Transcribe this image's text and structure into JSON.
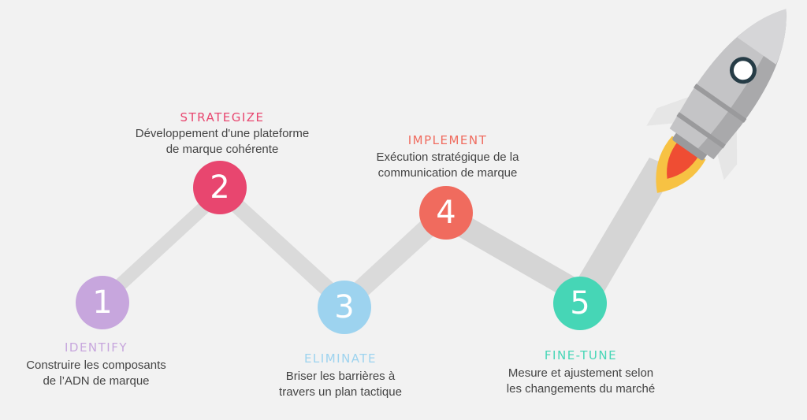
{
  "colors": {
    "background": "#f2f2f2",
    "path": "#dadada",
    "step1": "#c7a6dd",
    "step2": "#e8466f",
    "step3": "#9dd3ef",
    "step4": "#f06b5e",
    "step5": "#46d6b6",
    "text": "#444444",
    "rocket_body": "#c4c4c6",
    "rocket_window": "#263c46",
    "flame_outer": "#f7c243",
    "flame_inner": "#ef4d33"
  },
  "steps": [
    {
      "number": "1",
      "title": "IDENTIFY",
      "desc_line1": "Construire les composants",
      "desc_line2": "de l’ADN de marque"
    },
    {
      "number": "2",
      "title": "STRATEGIZE",
      "desc_line1": "Développement d'une plateforme",
      "desc_line2": "de marque cohérente"
    },
    {
      "number": "3",
      "title": "ELIMINATE",
      "desc_line1": "Briser les barrières à",
      "desc_line2": "travers un plan tactique"
    },
    {
      "number": "4",
      "title": "IMPLEMENT",
      "desc_line1": "Exécution stratégique de la",
      "desc_line2": "communication de marque"
    },
    {
      "number": "5",
      "title": "FINE-TUNE",
      "desc_line1": "Mesure et ajustement selon",
      "desc_line2": "les changements du marché"
    }
  ],
  "rocket": {
    "icon": "rocket-icon"
  }
}
